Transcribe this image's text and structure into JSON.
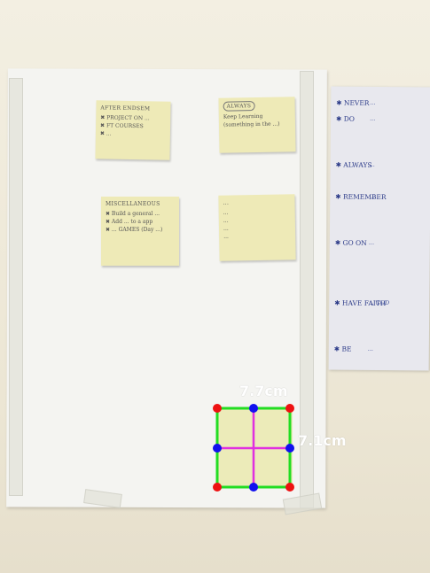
{
  "measurement": {
    "width_label": "7.7cm",
    "height_label": "7.1cm",
    "box_color": "#22dd22",
    "axis_color": "#e030e0",
    "corner_color": "#ee1111",
    "midpoint_color": "#1111ee"
  },
  "notes": [
    {
      "title": "AFTER ENDSEM",
      "lines": [
        "✖ PROJECT ON ...",
        "✖ FT COURSES",
        "✖ ..."
      ]
    },
    {
      "title": "ALWAYS",
      "lines": [
        "Keep Learning",
        "(something in the ...)"
      ]
    },
    {
      "title": "MISCELLANEOUS",
      "lines": [
        "✖ Build a general ...",
        "✖ Add ... to a app",
        "✖ ... GAMES (Day ...)"
      ]
    },
    {
      "title": "...",
      "lines": [
        "...",
        "...",
        "...",
        "..."
      ]
    }
  ],
  "checklist": [
    {
      "head": "✱ NEVER",
      "sub": "..."
    },
    {
      "head": "✱ DO",
      "sub": "..."
    },
    {
      "head": "✱ ALWAYS",
      "sub": "..."
    },
    {
      "head": "✱ REMEMBER",
      "sub": "..."
    },
    {
      "head": "✱ GO ON",
      "sub": "..."
    },
    {
      "head": "✱ HAVE FAITH",
      "sub": "... GOD"
    },
    {
      "head": "✱ BE",
      "sub": "..."
    }
  ]
}
